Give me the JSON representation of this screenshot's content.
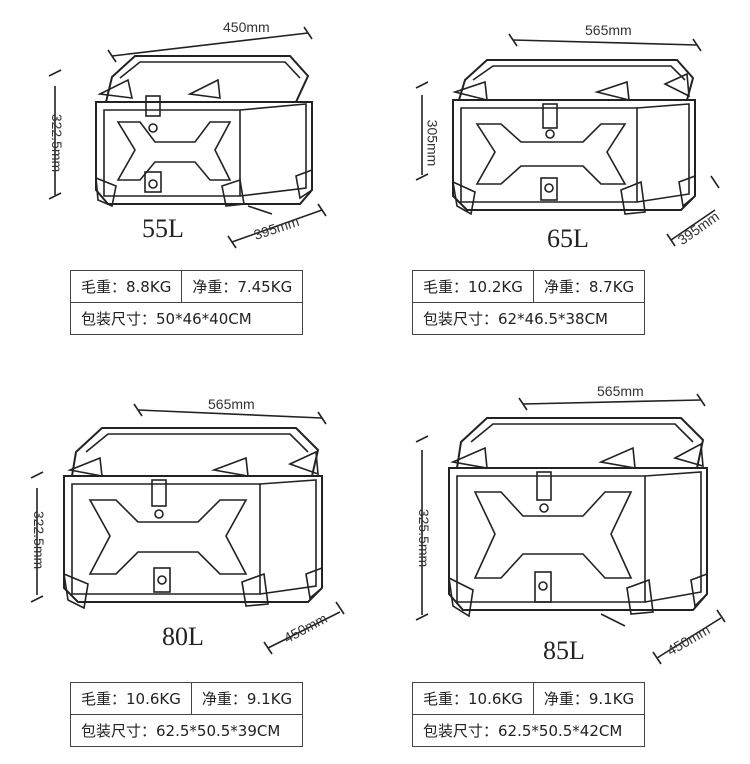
{
  "panels": [
    {
      "width_label": "450mm",
      "height_label": "322.5mm",
      "depth_label": "395mm",
      "capacity": "55L",
      "gross_weight": "毛重：8.8KG",
      "net_weight": "净重：7.45KG",
      "package_size": "包装尺寸：50*46*40CM"
    },
    {
      "width_label": "565mm",
      "height_label": "305mm",
      "depth_label": "395mm",
      "capacity": "65L",
      "gross_weight": "毛重：10.2KG",
      "net_weight": "净重：8.7KG",
      "package_size": "包装尺寸：62*46.5*38CM"
    },
    {
      "width_label": "565mm",
      "height_label": "322.5mm",
      "depth_label": "450mm",
      "capacity": "80L",
      "gross_weight": "毛重：10.6KG",
      "net_weight": "净重：9.1KG",
      "package_size": "包装尺寸：62.5*50.5*39CM"
    },
    {
      "width_label": "565mm",
      "height_label": "325.5mm",
      "depth_label": "450mm",
      "capacity": "85L",
      "gross_weight": "毛重：10.6KG",
      "net_weight": "净重：9.1KG",
      "package_size": "包装尺寸：62.5*50.5*42CM"
    }
  ]
}
